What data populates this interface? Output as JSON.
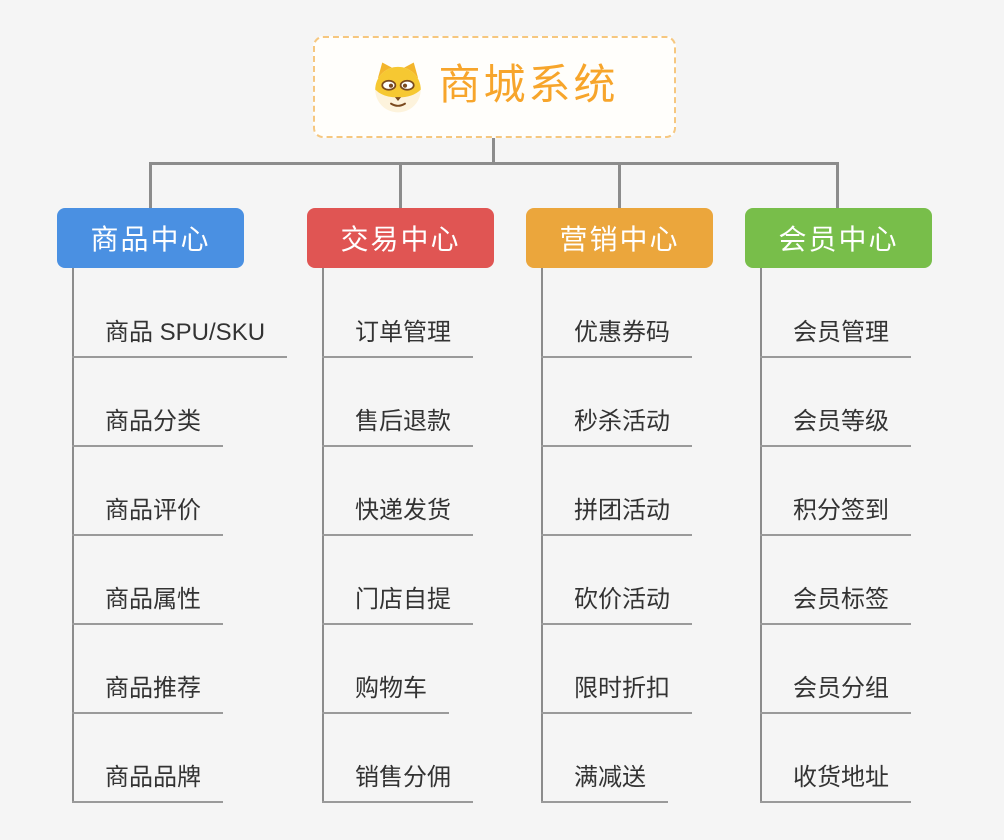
{
  "canvas": {
    "background": "#f5f5f5"
  },
  "root": {
    "label": "商城系统",
    "icon": "dog-face-icon",
    "text_color": "#f7a52b",
    "border_color": "#f6c77f"
  },
  "connector_color": "#8c8c8c",
  "underline_color": "#9a9a9a",
  "child_text_color": "#333333",
  "branches": [
    {
      "label": "商品中心",
      "color": "#4a90e2",
      "children": [
        "商品 SPU/SKU",
        "商品分类",
        "商品评价",
        "商品属性",
        "商品推荐",
        "商品品牌"
      ]
    },
    {
      "label": "交易中心",
      "color": "#e05553",
      "children": [
        "订单管理",
        "售后退款",
        "快递发货",
        "门店自提",
        "购物车",
        "销售分佣"
      ]
    },
    {
      "label": "营销中心",
      "color": "#eba63c",
      "children": [
        "优惠券码",
        "秒杀活动",
        "拼团活动",
        "砍价活动",
        "限时折扣",
        "满减送"
      ]
    },
    {
      "label": "会员中心",
      "color": "#78be4a",
      "children": [
        "会员管理",
        "会员等级",
        "积分签到",
        "会员标签",
        "会员分组",
        "收货地址"
      ]
    }
  ]
}
